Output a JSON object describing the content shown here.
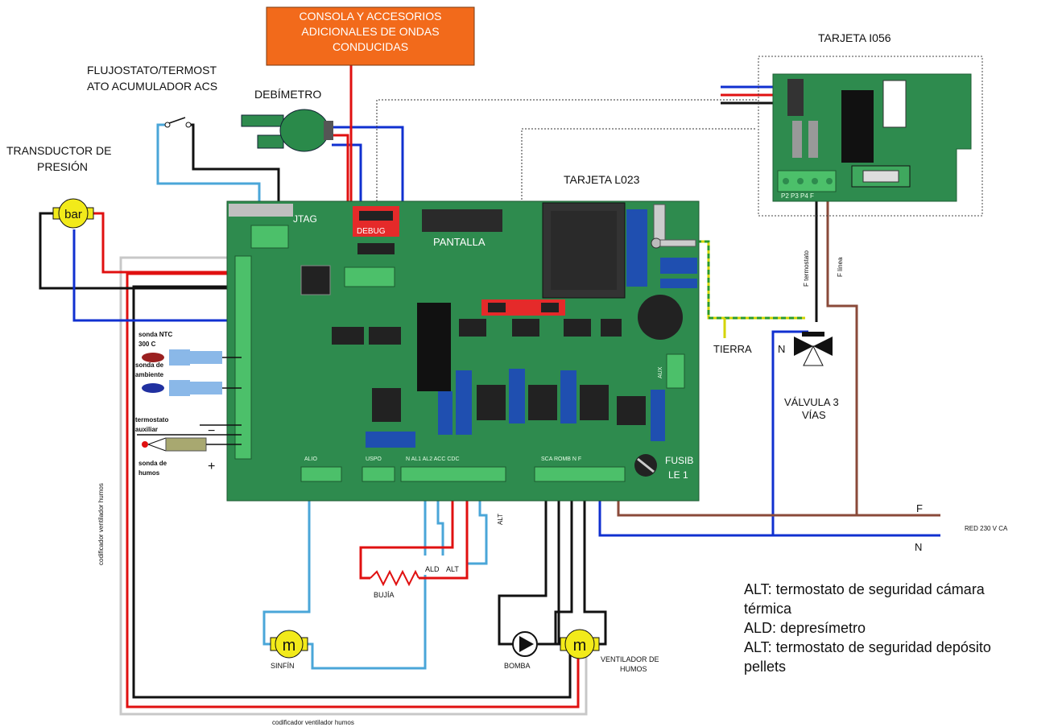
{
  "console_box": {
    "line1": "CONSOLA Y ACCESORIOS",
    "line2": "ADICIONALES DE ONDAS",
    "line3": "CONDUCIDAS"
  },
  "tarjeta_i056": "TARJETA I056",
  "tarjeta_l023": "TARJETA L023",
  "flujostato": {
    "line1": "FLUJOSTATO/TERMOST",
    "line2": "ATO ACUMULADOR ACS"
  },
  "debimetro": "DEBÍMETRO",
  "transductor": {
    "line1": "TRANSDUCTOR DE",
    "line2": "PRESIÓN"
  },
  "bar_label": "bar",
  "pantalla": "PANTALLA",
  "jtag": "JTAG",
  "debug": "DEBUG",
  "tierra": "TIERRA",
  "n_valve": "N",
  "valvula": {
    "line1": "VÁLVULA 3",
    "line2": "VÍAS"
  },
  "f_termostato": "F termostato",
  "f_linea": "F línea",
  "fusible": {
    "line1": "FUSIB",
    "line2": "LE 1"
  },
  "red_f": "F",
  "red_n": "N",
  "red_label": "RED 230 V CA",
  "left_sensors": {
    "ntc": "sonda NTC",
    "ntc_temp": "300 C",
    "ambiente1": "sonda de",
    "ambiente2": "ambiente",
    "termostato1": "termostato",
    "termostato2": "auxiliar",
    "humos1": "sonda de",
    "humos2": "humos",
    "minus": "−",
    "plus": "+"
  },
  "codificador_vertical": "codificador ventilador humos",
  "codificador_bottom": "codificador ventilador humos",
  "motor_label": "m",
  "sinfin": "SINFÍN",
  "bomba": "BOMBA",
  "ventilador": {
    "line1": "VENTILADOR DE",
    "line2": "HUMOS"
  },
  "bujia": "BUJÍA",
  "ald_tag": "ALD",
  "alt_tag": "ALT",
  "alt_vertical": "ALT",
  "i056_terminals": "P2  P3  P4  F",
  "board_connectors": {
    "aux": "AUX",
    "alo": "ALIO",
    "dspo": "USPO",
    "als": "N  AL1  AL2  ACC  CDC",
    "sca": "SCA    ROMB    N    F"
  },
  "legend": {
    "line1": "ALT: termostato de seguridad cámara",
    "line2": "térmica",
    "line3": "ALD: depresímetro",
    "line4": "ALT: termostato de seguridad depósito",
    "line5": "pellets"
  },
  "colors": {
    "board": "#2e8b4e",
    "console": "#f26a1b",
    "wire_red": "#e01010",
    "wire_blue": "#1030d0",
    "wire_lightblue": "#4aa6d8",
    "wire_brown": "#8a4a3a",
    "wire_yellowgreen": "#d4d400",
    "motor_fill": "#f2ea1a"
  }
}
